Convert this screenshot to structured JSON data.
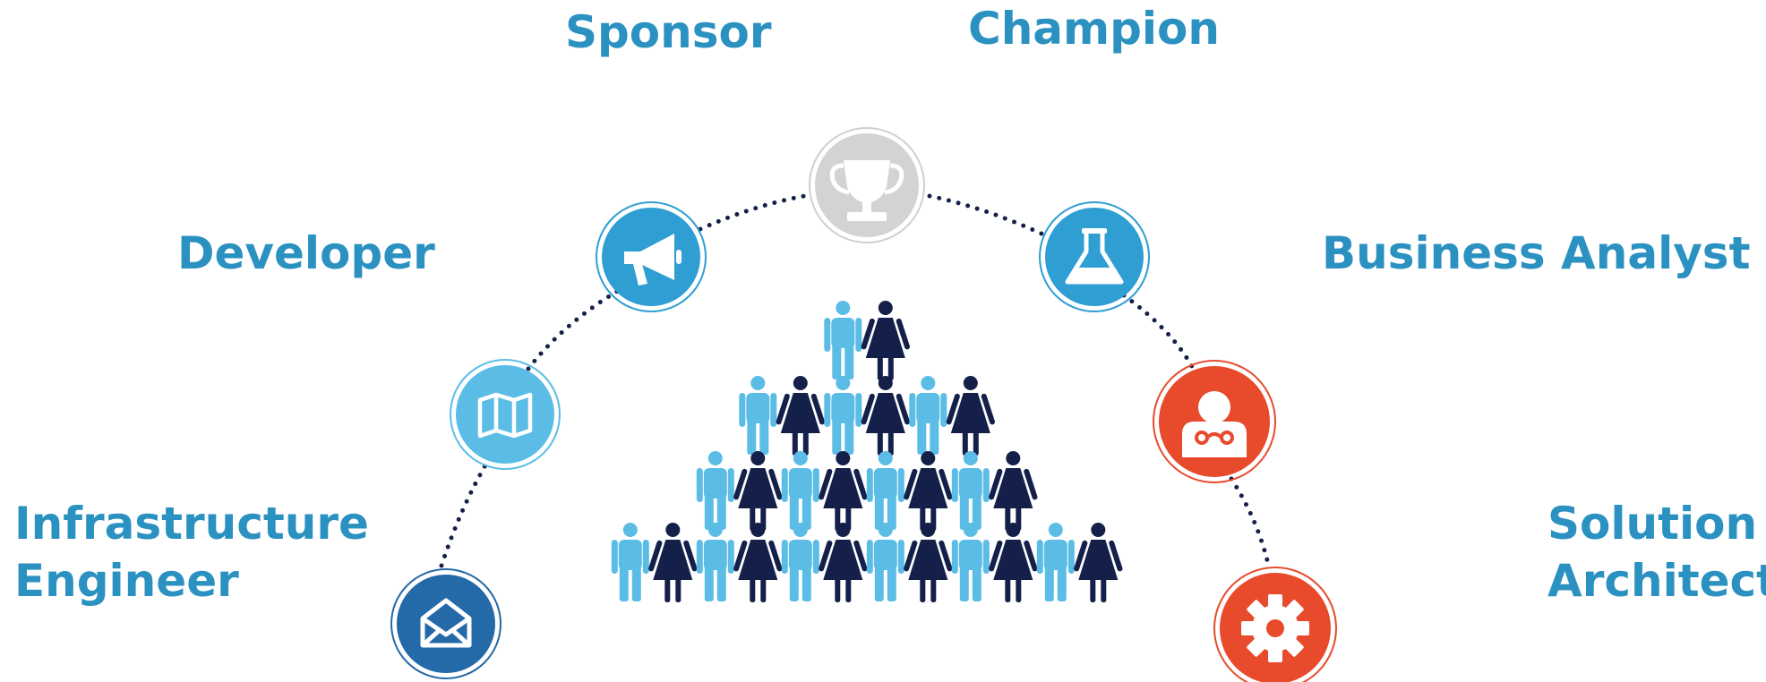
{
  "roles": {
    "sponsor": "Sponsor",
    "champion": "Champion",
    "developer": "Developer",
    "business_analyst": "Business Analyst",
    "infrastructure_engineer_line1": "Infrastructure",
    "infrastructure_engineer_line2": "Engineer",
    "solution_architect_line1": "Solution",
    "solution_architect_line2": "Architect"
  },
  "nodes": [
    {
      "icon": "envelope-icon",
      "color": "#2469a8"
    },
    {
      "icon": "map-icon",
      "color": "#5bbde6"
    },
    {
      "icon": "megaphone-icon",
      "color": "#2f9ed3"
    },
    {
      "icon": "trophy-icon",
      "color": "#cfcfcf"
    },
    {
      "icon": "flask-icon",
      "color": "#2f9ed3"
    },
    {
      "icon": "support-agent-icon",
      "color": "#e84a2c"
    },
    {
      "icon": "gear-icon",
      "color": "#e84a2c"
    }
  ],
  "people": {
    "rows": [
      2,
      6,
      8,
      12
    ],
    "colors": {
      "man": "#5bbde6",
      "woman": "#14204a"
    }
  },
  "colors": {
    "label": "#2a91c1",
    "dots": "#14204a"
  }
}
